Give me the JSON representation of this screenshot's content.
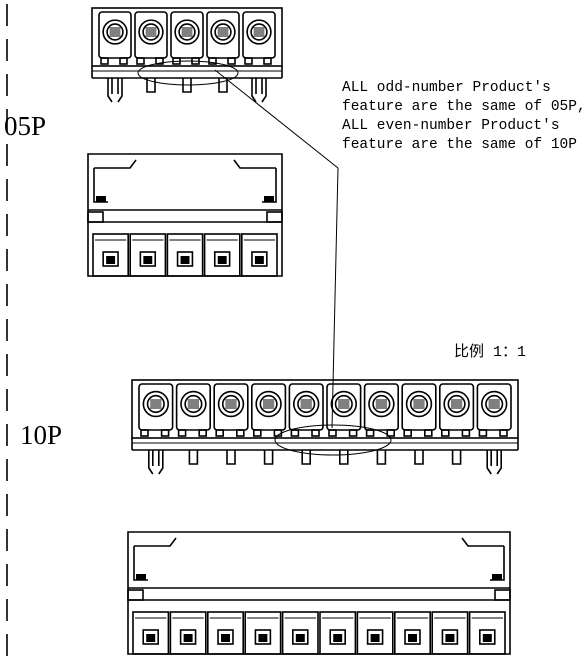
{
  "labels": {
    "p05": "05P",
    "p10": "10P",
    "scale": "比例 1：1"
  },
  "note": {
    "line1": "ALL odd-number Product's",
    "line2": "feature are the same of 05P,",
    "line3": "ALL even-number Product's",
    "line4": "feature are the same of 10P"
  },
  "views": [
    {
      "name": "05P front view",
      "pins": 5
    },
    {
      "name": "05P rear view",
      "pins": 5
    },
    {
      "name": "10P front view",
      "pins": 10
    },
    {
      "name": "10P rear view",
      "pins": 10
    }
  ]
}
